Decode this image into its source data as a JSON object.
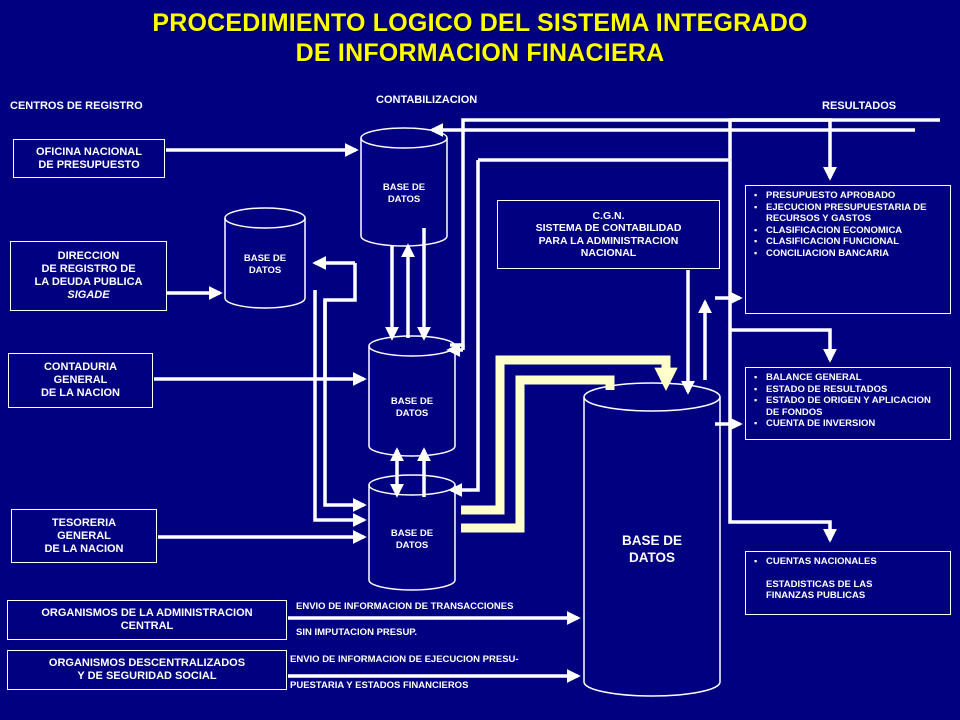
{
  "title": {
    "line1": "PROCEDIMIENTO LOGICO DEL SISTEMA INTEGRADO",
    "line2": "DE INFORMACION FINACIERA"
  },
  "headers": {
    "left": "CENTROS DE REGISTRO",
    "center": "CONTABILIZACION",
    "right": "RESULTADOS"
  },
  "sources": [
    {
      "line1": "OFICINA NACIONAL",
      "line2": "DE PRESUPUESTO"
    },
    {
      "line1": "DIRECCION",
      "line2": "DE REGISTRO DE",
      "line3": "LA DEUDA PUBLICA",
      "line4": "SIGADE"
    },
    {
      "line1": "CONTADURIA",
      "line2": "GENERAL",
      "line3": "DE LA NACION"
    },
    {
      "line1": "TESORERIA",
      "line2": "GENERAL",
      "line3": "DE LA NACION"
    },
    {
      "line1": "ORGANISMOS DE LA ADMINISTRACION",
      "line2": "CENTRAL"
    },
    {
      "line1": "ORGANISMOS DESCENTRALIZADOS",
      "line2": "Y DE SEGURIDAD SOCIAL"
    }
  ],
  "databases": {
    "db_label_1": "BASE DE",
    "db_label_2": "DATOS",
    "main_1": "BASE DE",
    "main_2": "DATOS"
  },
  "cgn": {
    "line1": "C.G.N.",
    "line2": "SISTEMA DE CONTABILIDAD",
    "line3": "PARA LA ADMINISTRACION",
    "line4": "NACIONAL"
  },
  "flows": {
    "line1": "ENVIO DE INFORMACION DE TRANSACCIONES",
    "line2": "SIN IMPUTACION PRESUP.",
    "line3": "ENVIO DE INFORMACION DE EJECUCION PRESU-",
    "line4": "PUESTARIA Y ESTADOS FINANCIEROS"
  },
  "results": {
    "box1": [
      "PRESUPUESTO APROBADO",
      "EJECUCION PRESUPUESTARIA DE RECURSOS Y GASTOS",
      "CLASIFICACION ECONOMICA",
      "CLASIFICACION FUNCIONAL",
      "CONCILIACION BANCARIA"
    ],
    "box2": [
      "BALANCE GENERAL",
      "ESTADO DE RESULTADOS",
      "ESTADO DE ORIGEN Y APLICACION DE FONDOS",
      "CUENTA DE INVERSION"
    ],
    "box3_bullet": "CUENTAS NACIONALES",
    "box3_plain_1": "ESTADISTICAS DE LAS",
    "box3_plain_2": "FINANZAS PUBLICAS"
  },
  "colors": {
    "background": "#000080",
    "title": "#ffff00",
    "lines": "#ffffff",
    "highlight_arrows": "#ffffcc"
  }
}
